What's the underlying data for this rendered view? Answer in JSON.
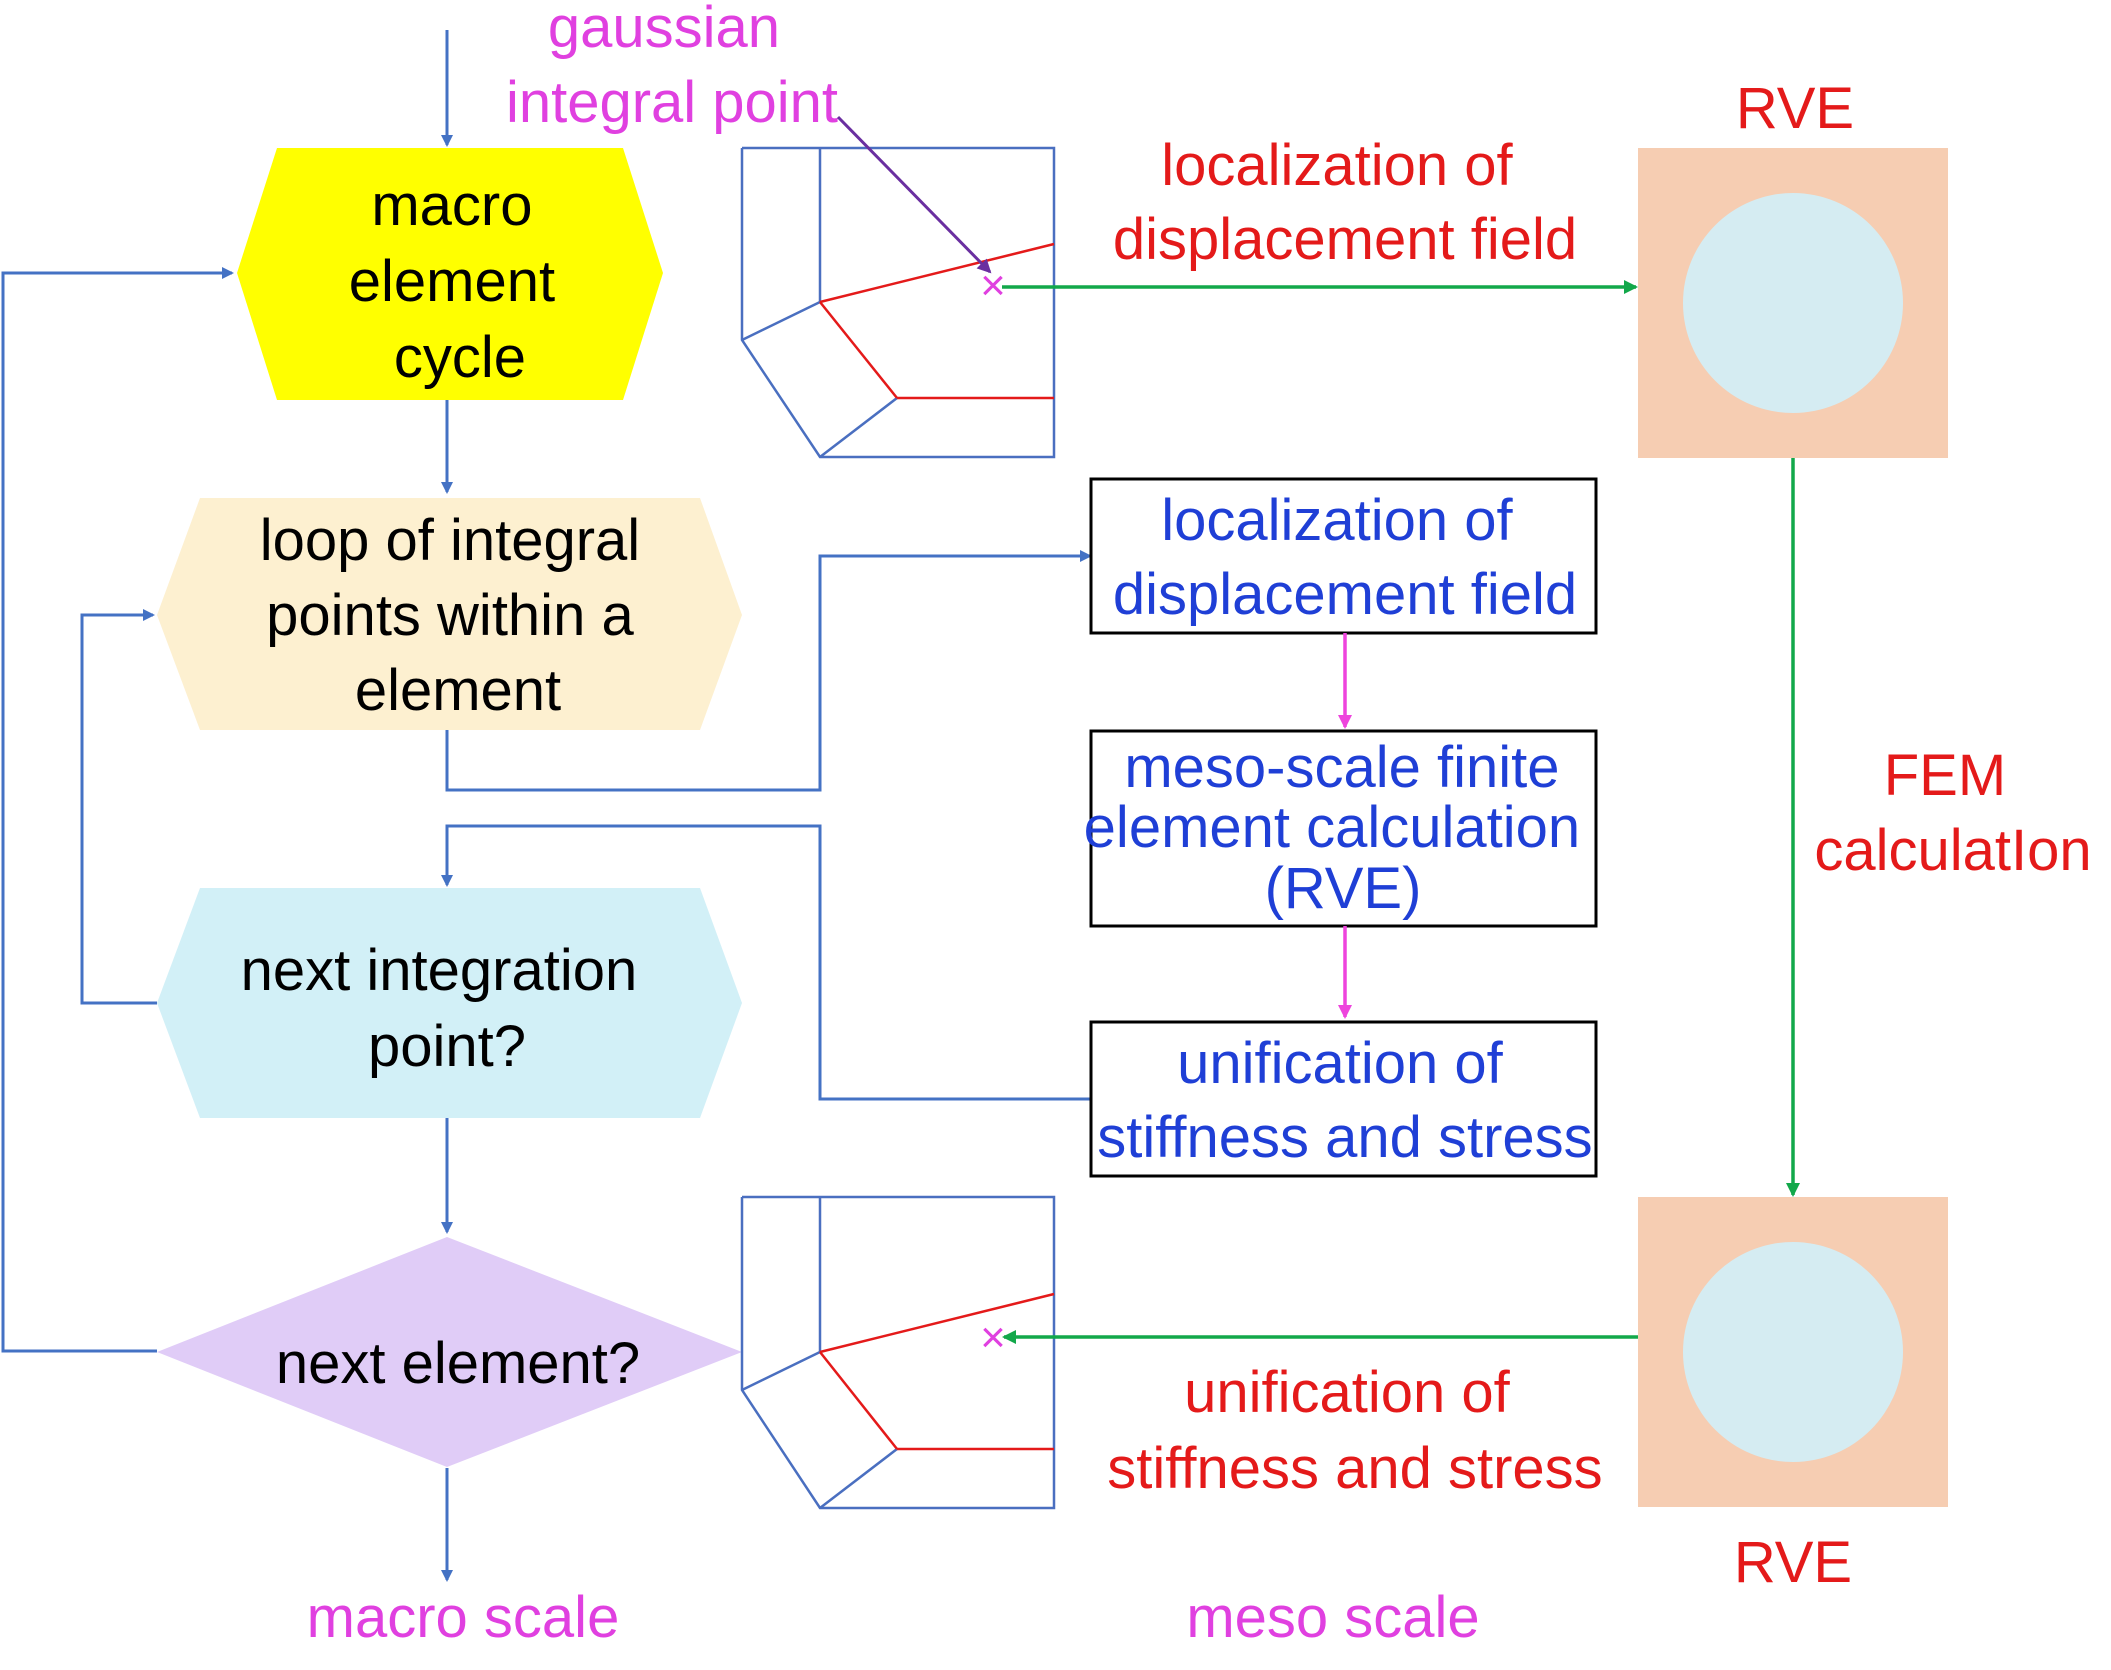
{
  "colors": {
    "flow_line": "#4472c4",
    "macro_cycle_fill": "#ffff00",
    "loop_fill": "#fdf0d0",
    "next_point_fill": "#d2f0f7",
    "next_element_fill": "#e0ccf7",
    "text_black": "#000000",
    "text_blue": "#1f3fd6",
    "text_red": "#e41a1a",
    "text_magenta": "#e040e0",
    "green_arrow": "#12a84a",
    "pink_arrow": "#ee44dd",
    "purple_arrow": "#6a2fa0",
    "rve_square": "#f6cdb2",
    "rve_circle": "#d5ecf2",
    "mesh_blue": "#4a6fc0",
    "mesh_red": "#e41a1a"
  },
  "flow": {
    "macro_cycle": [
      "macro",
      "element",
      "cycle"
    ],
    "loop_points": [
      "loop of integral",
      "points within a",
      "element"
    ],
    "next_point": [
      "next integration",
      "point?"
    ],
    "next_element": [
      "next element?"
    ]
  },
  "meso_boxes": {
    "localization": [
      "localization of",
      "displacement field"
    ],
    "fem": [
      "meso-scale finite",
      "element calculation",
      "(RVE)"
    ],
    "unification": [
      "unification of",
      "stiffness and stress"
    ]
  },
  "labels": {
    "gaussian_point": [
      "gaussian",
      "integral point"
    ],
    "rve_top": "RVE",
    "rve_bottom": "RVE",
    "localization_arrow": [
      "localization of",
      "displacement field"
    ],
    "unification_arrow": [
      "unification of",
      "stiffness and stress"
    ],
    "fem_calculation": [
      "FEM",
      "calculatIon"
    ],
    "macro_scale": "macro scale",
    "meso_scale": "meso scale",
    "marker": "×"
  }
}
